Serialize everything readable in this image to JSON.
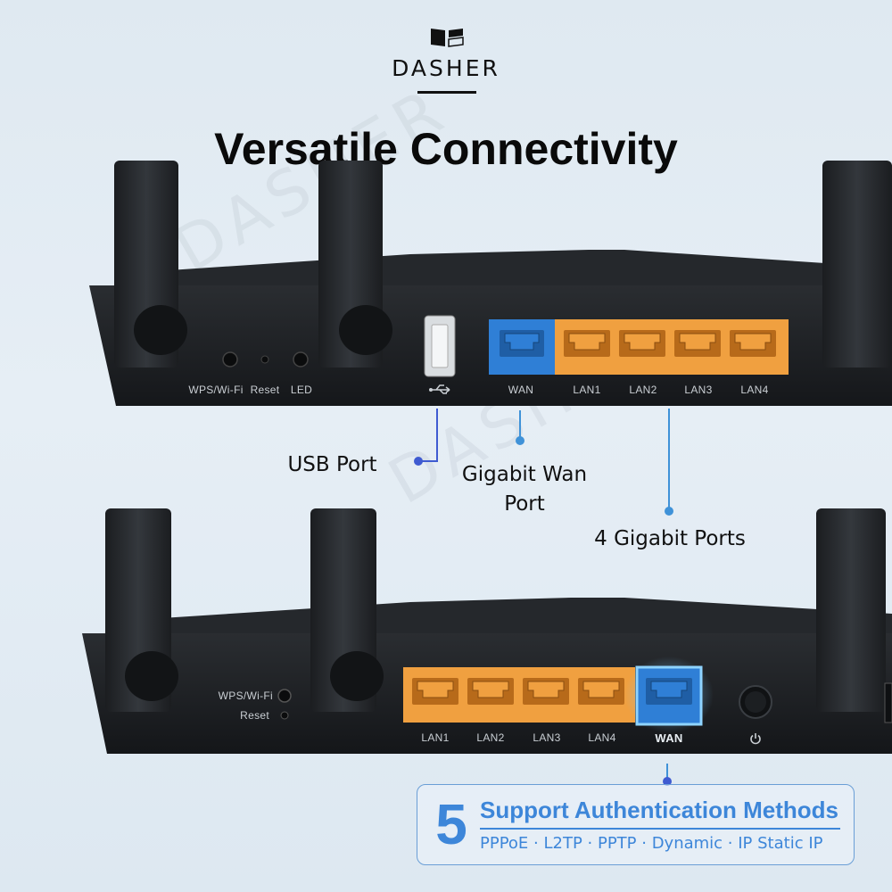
{
  "brand": {
    "name": "DASHER",
    "watermark": "DASHER"
  },
  "headline": "Versatile Connectivity",
  "router_top": {
    "buttons": [
      "WPS/Wi-Fi",
      "Reset",
      "LED"
    ],
    "wan_label": "WAN",
    "lan_labels": [
      "LAN1",
      "LAN2",
      "LAN3",
      "LAN4"
    ],
    "usb_icon": "usb-icon"
  },
  "router_bottom": {
    "buttons": [
      "WPS/Wi-Fi",
      "Reset"
    ],
    "lan_labels": [
      "LAN1",
      "LAN2",
      "LAN3",
      "LAN4"
    ],
    "wan_label": "WAN",
    "power_icon": "power-icon"
  },
  "callouts": {
    "usb": "USB Port",
    "wan_line1": "Gigabit Wan",
    "wan_line2": "Port",
    "lan": "4 Gigabit Ports"
  },
  "auth": {
    "number": "5",
    "title": "Support Authentication Methods",
    "methods": "PPPoE · L2TP · PPTP · Dynamic · IP Static IP"
  },
  "colors": {
    "lan_port": "#f0a040",
    "wan_port": "#2f7fd6",
    "accent": "#3d86d9",
    "router_body": "#1c1e21",
    "connector_dot": "#3f5bd1"
  }
}
